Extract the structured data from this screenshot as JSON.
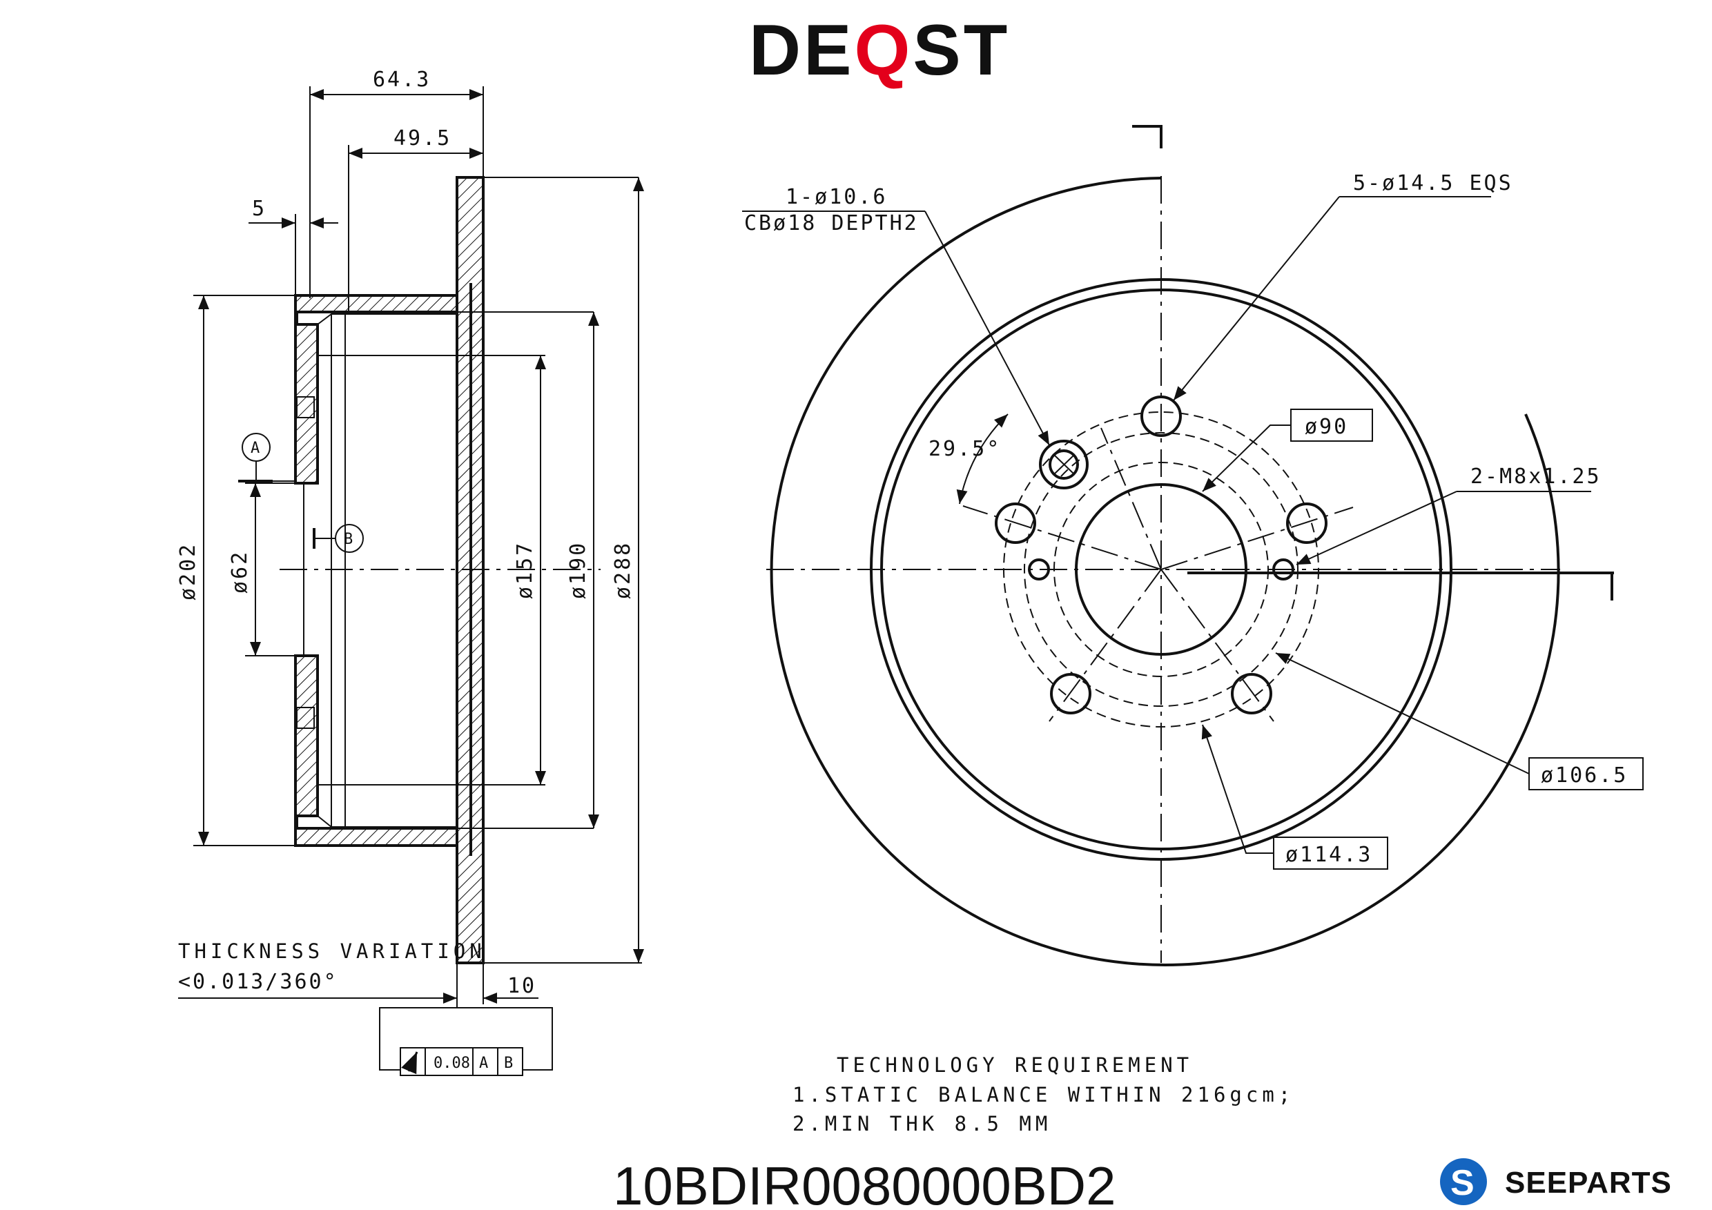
{
  "brand": {
    "logo_text_left": "DE",
    "logo_text_q": "Q",
    "logo_text_right": "ST",
    "logo_accent_color": "#e3001b"
  },
  "side_view": {
    "dim_overall_height": "64.3",
    "dim_hat_depth": "49.5",
    "dim_flange": "5",
    "dim_d202": "ø202",
    "dim_d62": "ø62",
    "dim_d157": "ø157",
    "dim_d190": "ø190",
    "dim_d288": "ø288",
    "datum_a": "A",
    "datum_b": "B",
    "dim_thickness": "10",
    "thickness_variation_label": "THICKNESS VARIATION",
    "thickness_variation_value": "<0.013/360°",
    "runout_value": "0.08",
    "runout_ref_a": "A",
    "runout_ref_b": "B"
  },
  "front_view": {
    "hole_callout_line1": "1-ø10.6",
    "hole_callout_line2": "CBø18 DEPTH2",
    "bolt_callout": "5-ø14.5 EQS",
    "angle": "29.5°",
    "center_bore": "ø90",
    "thread_callout": "2-M8x1.25",
    "dia_106": "ø106.5",
    "dia_114": "ø114.3"
  },
  "requirements": {
    "title": "TECHNOLOGY REQUIREMENT",
    "item1": "1.STATIC BALANCE WITHIN 216gcm;",
    "item2": "2.MIN THK 8.5 MM"
  },
  "footer": {
    "part_number": "10BDIR0080000BD2",
    "seeparts_text": "SEEPARTS",
    "seeparts_color": "#1565c0"
  }
}
